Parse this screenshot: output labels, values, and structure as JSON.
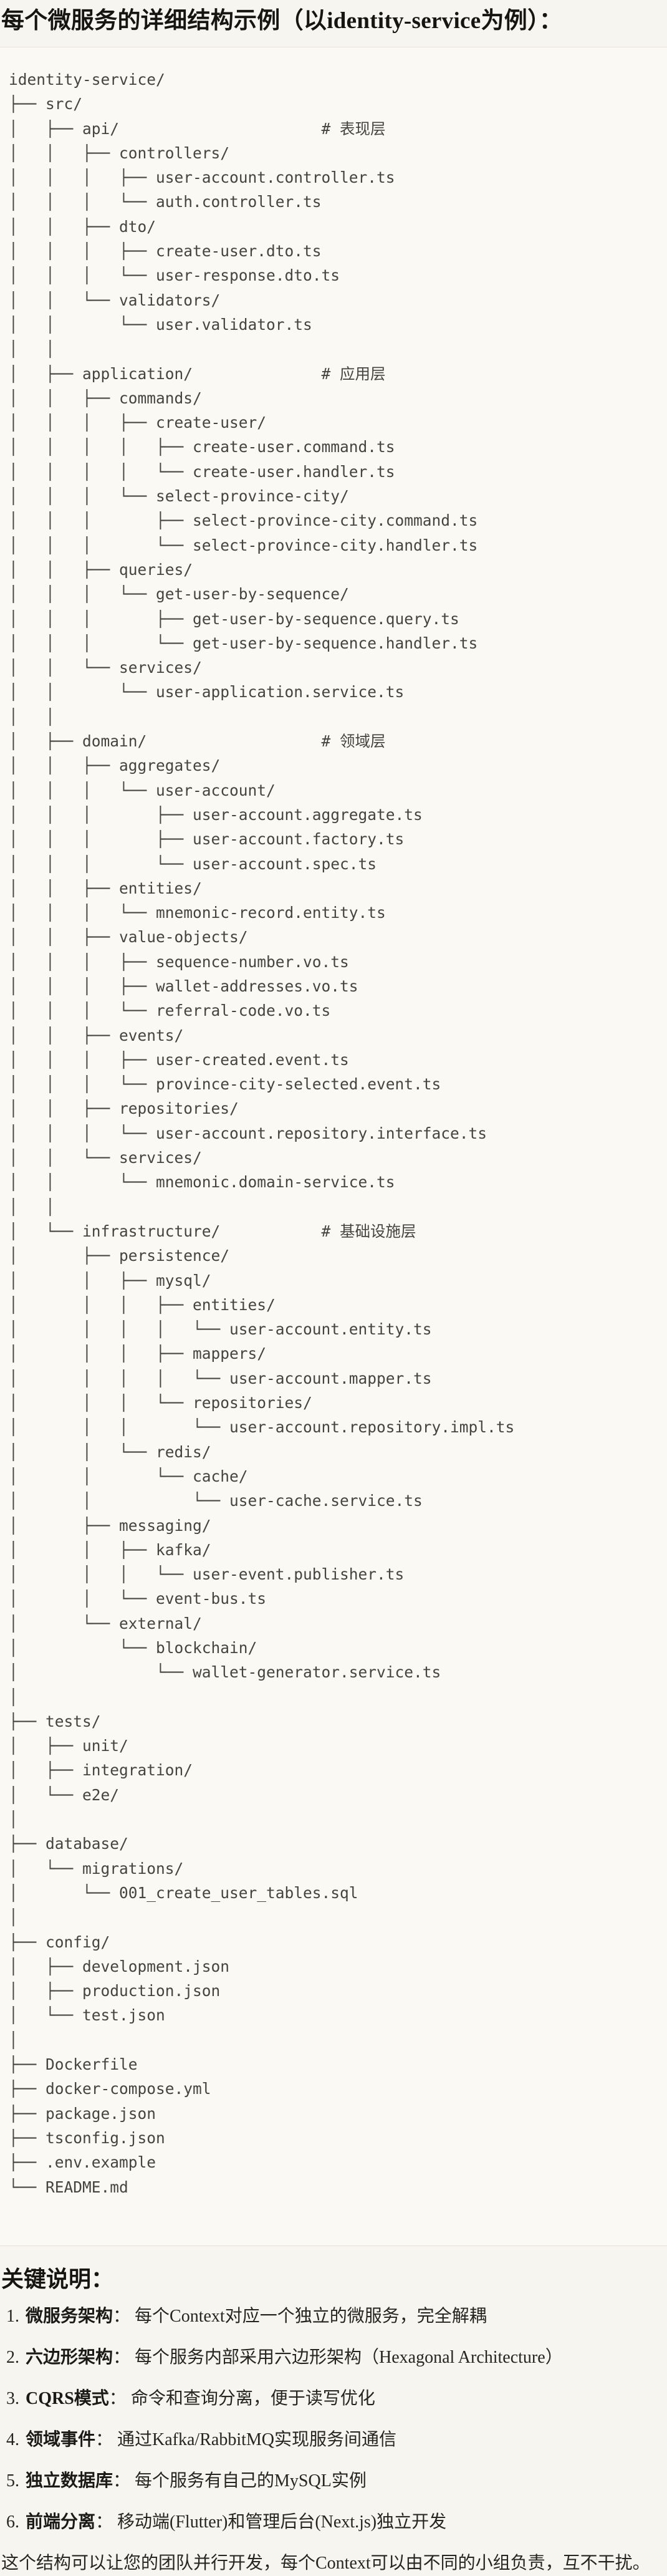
{
  "title": "每个微服务的详细结构示例（以identity-service为例）：",
  "tree": {
    "lines": [
      "identity-service/",
      "├── src/",
      "│   ├── api/                      # 表现层",
      "│   │   ├── controllers/",
      "│   │   │   ├── user-account.controller.ts",
      "│   │   │   └── auth.controller.ts",
      "│   │   ├── dto/",
      "│   │   │   ├── create-user.dto.ts",
      "│   │   │   └── user-response.dto.ts",
      "│   │   └── validators/",
      "│   │       └── user.validator.ts",
      "│   │",
      "│   ├── application/              # 应用层",
      "│   │   ├── commands/",
      "│   │   │   ├── create-user/",
      "│   │   │   │   ├── create-user.command.ts",
      "│   │   │   │   └── create-user.handler.ts",
      "│   │   │   └── select-province-city/",
      "│   │   │       ├── select-province-city.command.ts",
      "│   │   │       └── select-province-city.handler.ts",
      "│   │   ├── queries/",
      "│   │   │   └── get-user-by-sequence/",
      "│   │   │       ├── get-user-by-sequence.query.ts",
      "│   │   │       └── get-user-by-sequence.handler.ts",
      "│   │   └── services/",
      "│   │       └── user-application.service.ts",
      "│   │",
      "│   ├── domain/                   # 领域层",
      "│   │   ├── aggregates/",
      "│   │   │   └── user-account/",
      "│   │   │       ├── user-account.aggregate.ts",
      "│   │   │       ├── user-account.factory.ts",
      "│   │   │       └── user-account.spec.ts",
      "│   │   ├── entities/",
      "│   │   │   └── mnemonic-record.entity.ts",
      "│   │   ├── value-objects/",
      "│   │   │   ├── sequence-number.vo.ts",
      "│   │   │   ├── wallet-addresses.vo.ts",
      "│   │   │   └── referral-code.vo.ts",
      "│   │   ├── events/",
      "│   │   │   ├── user-created.event.ts",
      "│   │   │   └── province-city-selected.event.ts",
      "│   │   ├── repositories/",
      "│   │   │   └── user-account.repository.interface.ts",
      "│   │   └── services/",
      "│   │       └── mnemonic.domain-service.ts",
      "│   │",
      "│   └── infrastructure/           # 基础设施层",
      "│       ├── persistence/",
      "│       │   ├── mysql/",
      "│       │   │   ├── entities/",
      "│       │   │   │   └── user-account.entity.ts",
      "│       │   │   ├── mappers/",
      "│       │   │   │   └── user-account.mapper.ts",
      "│       │   │   └── repositories/",
      "│       │   │       └── user-account.repository.impl.ts",
      "│       │   └── redis/",
      "│       │       └── cache/",
      "│       │           └── user-cache.service.ts",
      "│       ├── messaging/",
      "│       │   ├── kafka/",
      "│       │   │   └── user-event.publisher.ts",
      "│       │   └── event-bus.ts",
      "│       └── external/",
      "│           └── blockchain/",
      "│               └── wallet-generator.service.ts",
      "│",
      "├── tests/",
      "│   ├── unit/",
      "│   ├── integration/",
      "│   └── e2e/",
      "│",
      "├── database/",
      "│   └── migrations/",
      "│       └── 001_create_user_tables.sql",
      "│",
      "├── config/",
      "│   ├── development.json",
      "│   ├── production.json",
      "│   └── test.json",
      "│",
      "├── Dockerfile",
      "├── docker-compose.yml",
      "├── package.json",
      "├── tsconfig.json",
      "├── .env.example",
      "└── README.md"
    ]
  },
  "notes": {
    "heading": "关键说明：",
    "separator": "： ",
    "items": [
      {
        "num": "1.",
        "label": "微服务架构",
        "text": "每个Context对应一个独立的微服务，完全解耦"
      },
      {
        "num": "2.",
        "label": "六边形架构",
        "text": "每个服务内部采用六边形架构（Hexagonal Architecture）"
      },
      {
        "num": "3.",
        "label": "CQRS模式",
        "text": "命令和查询分离，便于读写优化"
      },
      {
        "num": "4.",
        "label": "领域事件",
        "text": "通过Kafka/RabbitMQ实现服务间通信"
      },
      {
        "num": "5.",
        "label": "独立数据库",
        "text": "每个服务有自己的MySQL实例"
      },
      {
        "num": "6.",
        "label": "前端分离",
        "text": "移动端(Flutter)和管理后台(Next.js)独立开发"
      }
    ],
    "closing": "这个结构可以让您的团队并行开发，每个Context可以由不同的小组负责，互不干扰。"
  },
  "colors": {
    "page_bg": "#F6F5F0",
    "code_bg": "#FAF9F4",
    "code_border": "#E3E0D7",
    "heading_text": "#161511",
    "body_text": "#26251F",
    "tree_text": "#45443E"
  }
}
